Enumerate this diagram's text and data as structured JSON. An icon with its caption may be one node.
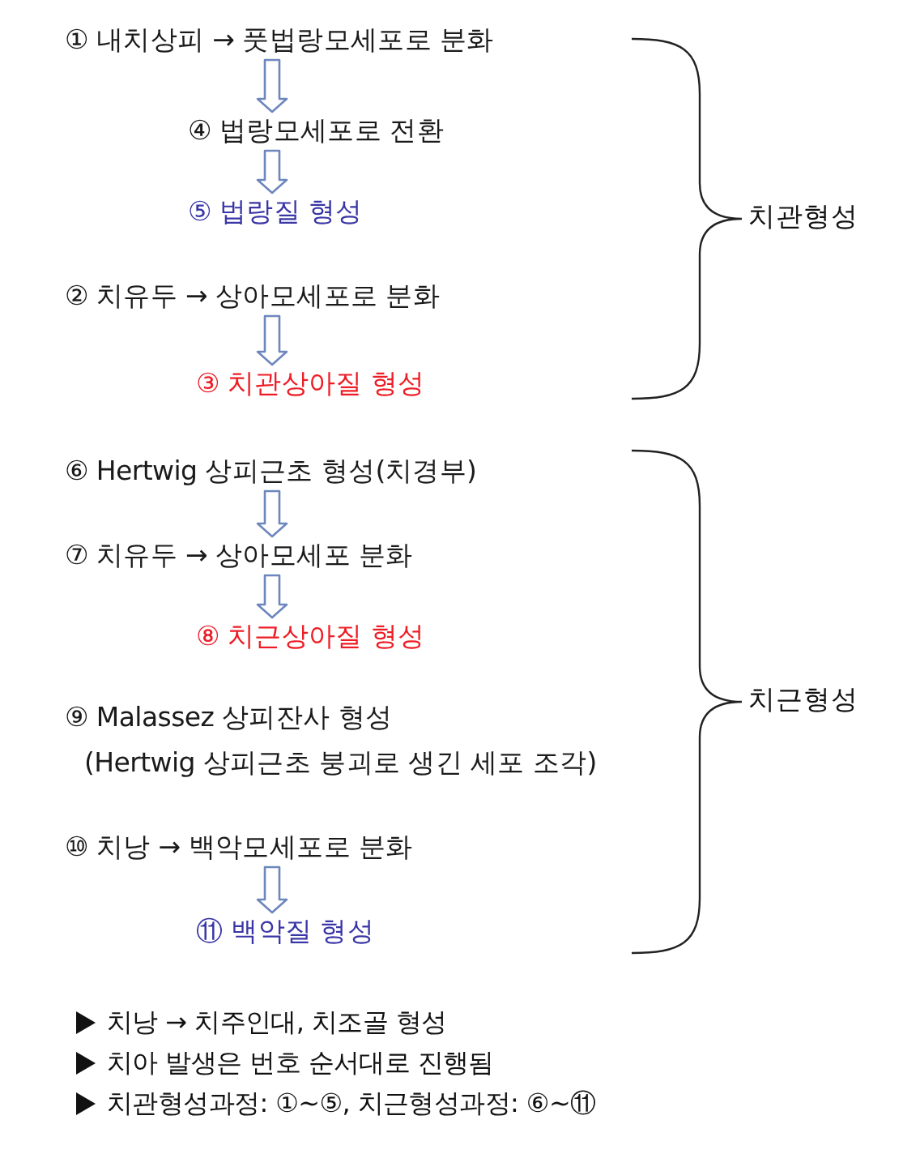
{
  "diagram": {
    "nodes": [
      {
        "text": [
          "① 내치상피 → 풋법랑모세포로 분화"
        ]
      },
      {
        "text": [
          "④ 법랑모세포로 전환"
        ]
      },
      {
        "text": [
          "⑤ 법랑질 형성"
        ]
      },
      {
        "text": [
          "② 치유두 → 상아모세포로 분화"
        ]
      },
      {
        "text": [
          "③ 치관상아질 형성"
        ]
      },
      {
        "text": [
          "⑥ Hertwig 상피근초 형성(치경부)"
        ]
      },
      {
        "text": [
          "⑦ 치유두 → 상아모세포 분화"
        ]
      },
      {
        "text": [
          "⑧ 치근상아질 형성"
        ]
      },
      {
        "text": [
          "⑨ Malassez 상피잔사 형성",
          "(Hertwig 상피근초 붕괴로 생긴 세포 조각)"
        ]
      },
      {
        "text": [
          "⑩ 치낭 → 백악모세포로 분화"
        ]
      },
      {
        "text": [
          "⑪ 백악질 형성"
        ]
      }
    ],
    "edges": [
      {
        "from": 0,
        "to": 1,
        "arrow": "to"
      },
      {
        "from": 1,
        "to": 2,
        "arrow": "to"
      },
      {
        "from": 3,
        "to": 4,
        "arrow": "to"
      },
      {
        "from": 5,
        "to": 6,
        "arrow": "to"
      },
      {
        "from": 6,
        "to": 7,
        "arrow": "to"
      },
      {
        "from": 9,
        "to": 10,
        "arrow": "to"
      }
    ],
    "labels": [
      "치관형성",
      "치근형성",
      "치낭 → 치주인대, 치조골 형성",
      "치아 발생은 번호 순서대로 진행됨",
      "치관형성과정: ①~⑤,  치근형성과정: ⑥~⑪"
    ]
  }
}
